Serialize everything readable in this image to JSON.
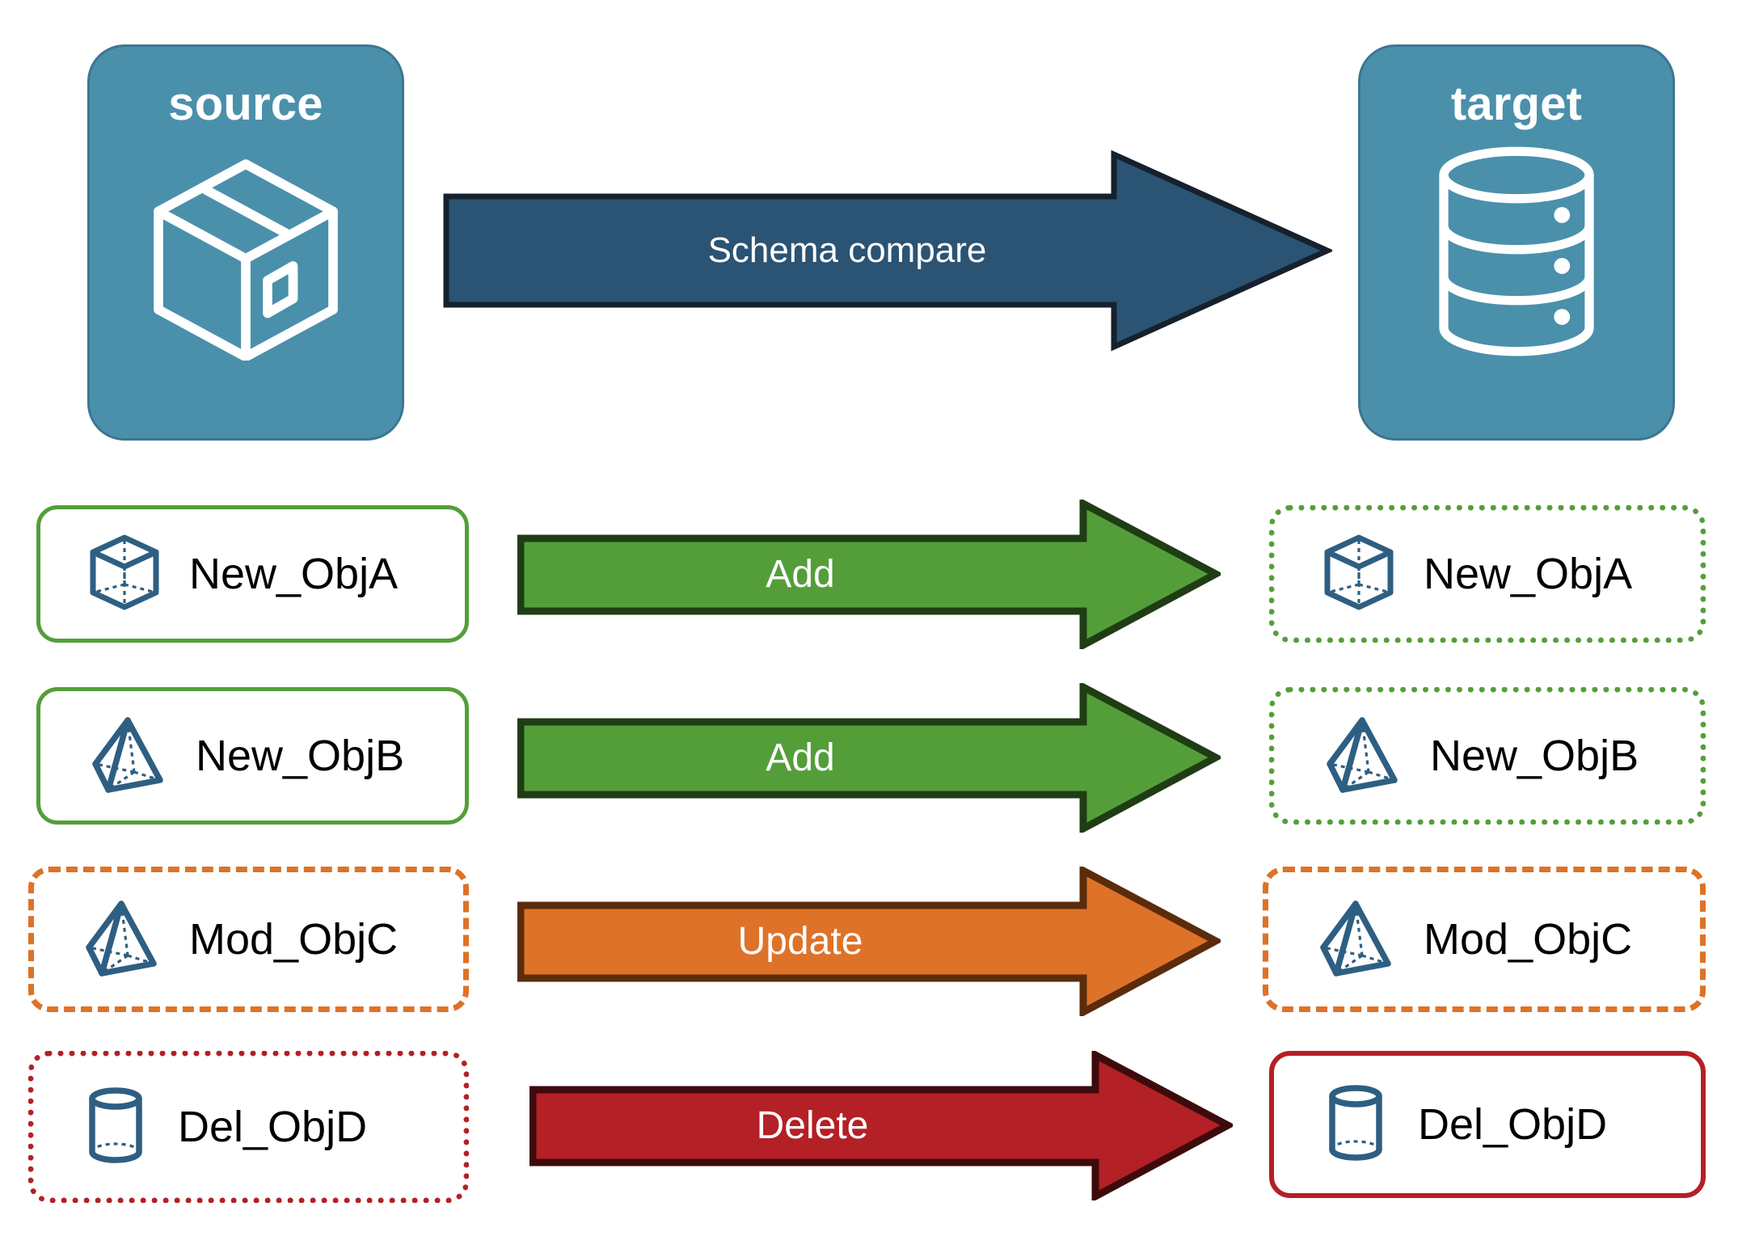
{
  "endpoints": {
    "source": {
      "title": "source",
      "icon": "package-cube-icon",
      "bg_color": "#4A90AB"
    },
    "target": {
      "title": "target",
      "icon": "database-cylinder-icon",
      "bg_color": "#4A90AB"
    }
  },
  "compare_arrow": {
    "label": "Schema compare",
    "fill_color": "#2B5373",
    "border_color": "#16212E",
    "text_color": "#FFFFFF"
  },
  "rows": [
    {
      "action": "Add",
      "arrow_fill": "#549E3A",
      "arrow_border": "#1F3D14",
      "source": {
        "label": "New_ObjA",
        "icon": "wireframe-cube-icon",
        "border_style": "solid",
        "border_color": "#549E3A"
      },
      "target": {
        "label": "New_ObjA",
        "icon": "wireframe-cube-icon",
        "border_style": "dotted",
        "border_color": "#549E3A"
      }
    },
    {
      "action": "Add",
      "arrow_fill": "#549E3A",
      "arrow_border": "#1F3D14",
      "source": {
        "label": "New_ObjB",
        "icon": "wireframe-pyramid-icon",
        "border_style": "solid",
        "border_color": "#549E3A"
      },
      "target": {
        "label": "New_ObjB",
        "icon": "wireframe-pyramid-icon",
        "border_style": "dotted",
        "border_color": "#549E3A"
      }
    },
    {
      "action": "Update",
      "arrow_fill": "#DE7228",
      "arrow_border": "#5A2C0B",
      "source": {
        "label": "Mod_ObjC",
        "icon": "wireframe-pyramid-icon",
        "border_style": "dashed",
        "border_color": "#DE7228"
      },
      "target": {
        "label": "Mod_ObjC",
        "icon": "wireframe-pyramid-icon",
        "border_style": "dashed",
        "border_color": "#DE7228"
      }
    },
    {
      "action": "Delete",
      "arrow_fill": "#B32025",
      "arrow_border": "#3E0B0C",
      "source": {
        "label": "Del_ObjD",
        "icon": "wireframe-cylinder-icon",
        "border_style": "dotted",
        "border_color": "#B32025"
      },
      "target": {
        "label": "Del_ObjD",
        "icon": "wireframe-cylinder-icon",
        "border_style": "solid",
        "border_color": "#B32025"
      }
    }
  ],
  "palette": {
    "icon_blue": "#2E5F82",
    "card_blue": "#4A90AB",
    "green": "#549E3A",
    "orange": "#DE7228",
    "red": "#B32025",
    "navy": "#2B5373"
  }
}
